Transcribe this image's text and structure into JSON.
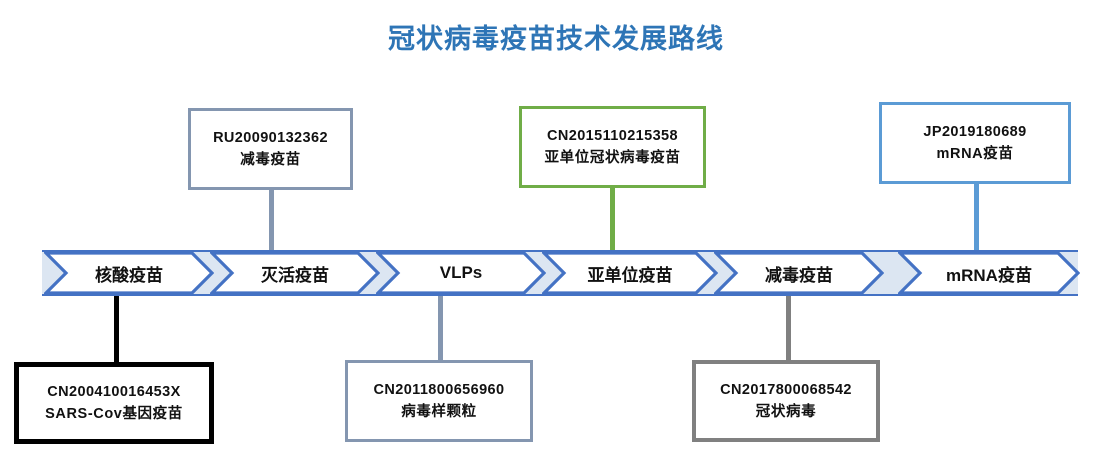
{
  "title": "冠状病毒疫苗技术发展路线",
  "colors": {
    "title": "#2e75b6",
    "band_fill": "#dce6f2",
    "chevron_stroke": "#4472c4",
    "chevron_fill": "#ffffff",
    "slate_blue": "#8496b0",
    "green": "#70ad47",
    "bright_blue": "#5b9bd5",
    "black": "#000000",
    "gray": "#808080"
  },
  "timeline": {
    "name": "vaccine-technology-roadmap",
    "stages": [
      {
        "id": "nucleic-acid",
        "label": "核酸疫苗"
      },
      {
        "id": "inactivated",
        "label": "灭活疫苗"
      },
      {
        "id": "vlps",
        "label": "VLPs"
      },
      {
        "id": "subunit",
        "label": "亚单位疫苗"
      },
      {
        "id": "attenuated",
        "label": "减毒疫苗"
      },
      {
        "id": "mrna",
        "label": "mRNA疫苗"
      }
    ]
  },
  "patents": {
    "above": [
      {
        "id": "ru-20090132362",
        "number": "RU20090132362",
        "name": "减毒疫苗",
        "color": "#8496b0",
        "border_width": 3,
        "connects_to": "inactivated"
      },
      {
        "id": "cn-2015110215358",
        "number": "CN2015110215358",
        "name": "亚单位冠状病毒疫苗",
        "color": "#70ad47",
        "border_width": 3,
        "connects_to": "subunit"
      },
      {
        "id": "jp-2019180689",
        "number": "JP2019180689",
        "name": "mRNA疫苗",
        "color": "#5b9bd5",
        "border_width": 3,
        "connects_to": "mrna"
      }
    ],
    "below": [
      {
        "id": "cn-200410016453x",
        "number": "CN200410016453X",
        "name": "SARS-Cov基因疫苗",
        "color": "#000000",
        "border_width": 5,
        "connects_to": "nucleic-acid"
      },
      {
        "id": "cn-2011800656960",
        "number": "CN2011800656960",
        "name": "病毒样颗粒",
        "color": "#8496b0",
        "border_width": 3,
        "connects_to": "vlps"
      },
      {
        "id": "cn-2017800068542",
        "number": "CN2017800068542",
        "name": "冠状病毒",
        "color": "#808080",
        "border_width": 4,
        "connects_to": "attenuated"
      }
    ]
  }
}
